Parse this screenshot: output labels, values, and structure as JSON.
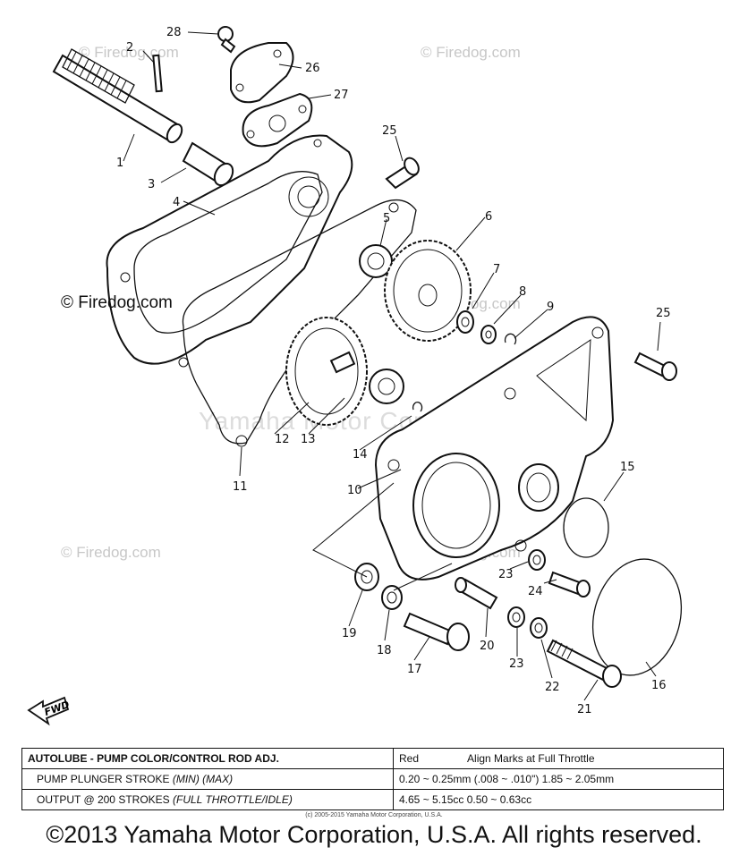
{
  "watermarks": {
    "site": "© Firedog.com",
    "company": "Yamaha Motor Corp. U.S.A."
  },
  "callouts": [
    "1",
    "2",
    "3",
    "4",
    "5",
    "6",
    "7",
    "8",
    "9",
    "10",
    "11",
    "12",
    "13",
    "14",
    "15",
    "16",
    "17",
    "18",
    "19",
    "20",
    "21",
    "22",
    "23",
    "24",
    "25",
    "26",
    "27",
    "28"
  ],
  "callout_extra": {
    "23b": "23",
    "25b": "25"
  },
  "fwd_label": "FWD",
  "table": {
    "row1_left": "AUTOLUBE - PUMP COLOR/CONTROL ROD ADJ.",
    "row1_mid": "Red",
    "row1_right": "Align Marks at Full Throttle",
    "row2_left_main": "PUMP PLUNGER STROKE",
    "row2_left_ital": "(MIN) (MAX)",
    "row2_right": "0.20 ~ 0.25mm (.008 ~ .010\")   1.85 ~ 2.05mm",
    "row3_left_main": "OUTPUT @ 200 STROKES",
    "row3_left_ital": "(FULL THROTTLE/IDLE)",
    "row3_right": "4.65 ~ 5.15cc        0.50 ~ 0.63cc"
  },
  "small_copyright": "(c) 2005-2015 Yamaha Motor Corporation, U.S.A.",
  "footer_copyright": "©2013 Yamaha Motor Corporation, U.S.A. All rights reserved."
}
